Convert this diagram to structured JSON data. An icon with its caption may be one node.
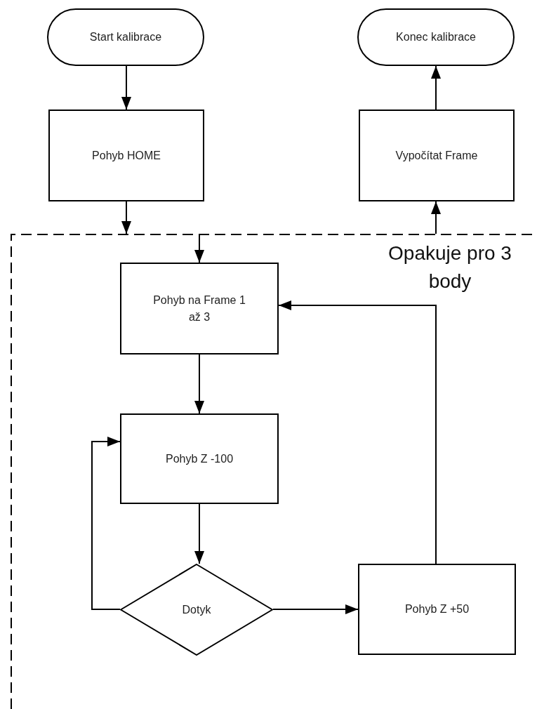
{
  "diagram": {
    "nodes": [
      {
        "text": [
          "Start kalibrace"
        ]
      },
      {
        "text": [
          "Konec kalibrace"
        ]
      },
      {
        "text": [
          "Pohyb HOME"
        ]
      },
      {
        "text": [
          "Vypočítat Frame"
        ]
      },
      {
        "text": [
          "Opakuje pro 3 body"
        ]
      },
      {
        "text": [
          "Pohyb na Frame 1 až 3"
        ],
        "in": 4
      },
      {
        "text": [
          "Pohyb Z -100"
        ],
        "in": 4
      },
      {
        "text": [
          "Dotyk"
        ],
        "in": 4
      },
      {
        "text": [
          "Pohyb Z +50"
        ],
        "in": 4
      }
    ],
    "edges": [
      {
        "from": 0,
        "to": 2,
        "arrow": "to"
      },
      {
        "from": 2,
        "to": 4,
        "arrow": "to"
      },
      {
        "from": 4,
        "to": 5,
        "arrow": "to"
      },
      {
        "from": 4,
        "to": 3,
        "arrow": "to"
      },
      {
        "from": 3,
        "to": 1,
        "arrow": "to"
      },
      {
        "from": 5,
        "to": 6,
        "arrow": "to"
      },
      {
        "from": 6,
        "to": 7,
        "arrow": "to"
      },
      {
        "from": 7,
        "to": 6,
        "arrow": "to"
      },
      {
        "from": 7,
        "to": 8,
        "arrow": "to"
      },
      {
        "from": 8,
        "to": 5,
        "arrow": "to"
      }
    ]
  }
}
